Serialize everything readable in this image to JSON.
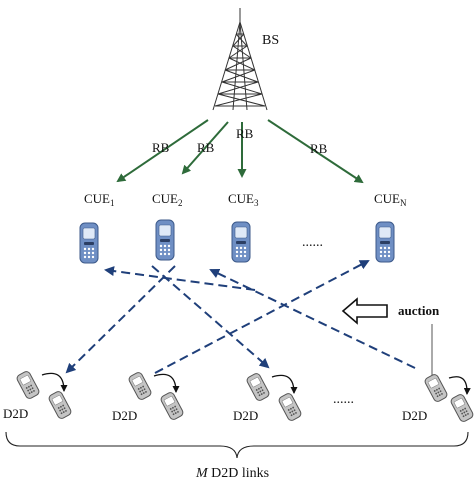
{
  "colors": {
    "rb_arrow": "#2e6b3a",
    "interference_arrow": "#1f3f7a",
    "phone_body": "#6f8fc4",
    "phone_screen": "#dfe9f7",
    "tower": "#333333",
    "d2d_phone": "#bfbfbf"
  },
  "base_station": {
    "label": "BS",
    "icon": "cell-tower-icon"
  },
  "rb_labels": [
    "RB",
    "RB",
    "RB",
    "RB"
  ],
  "cue": [
    {
      "name": "CUE",
      "sub": "1"
    },
    {
      "name": "CUE",
      "sub": "2"
    },
    {
      "name": "CUE",
      "sub": "3"
    },
    {
      "name": "CUE",
      "sub": "N"
    }
  ],
  "cue_ellipsis": "......",
  "d2d_label": "D2D",
  "d2d_ellipsis": "......",
  "auction_label": "auction",
  "brace_label": {
    "italic": "M",
    "text": " D2D links"
  }
}
